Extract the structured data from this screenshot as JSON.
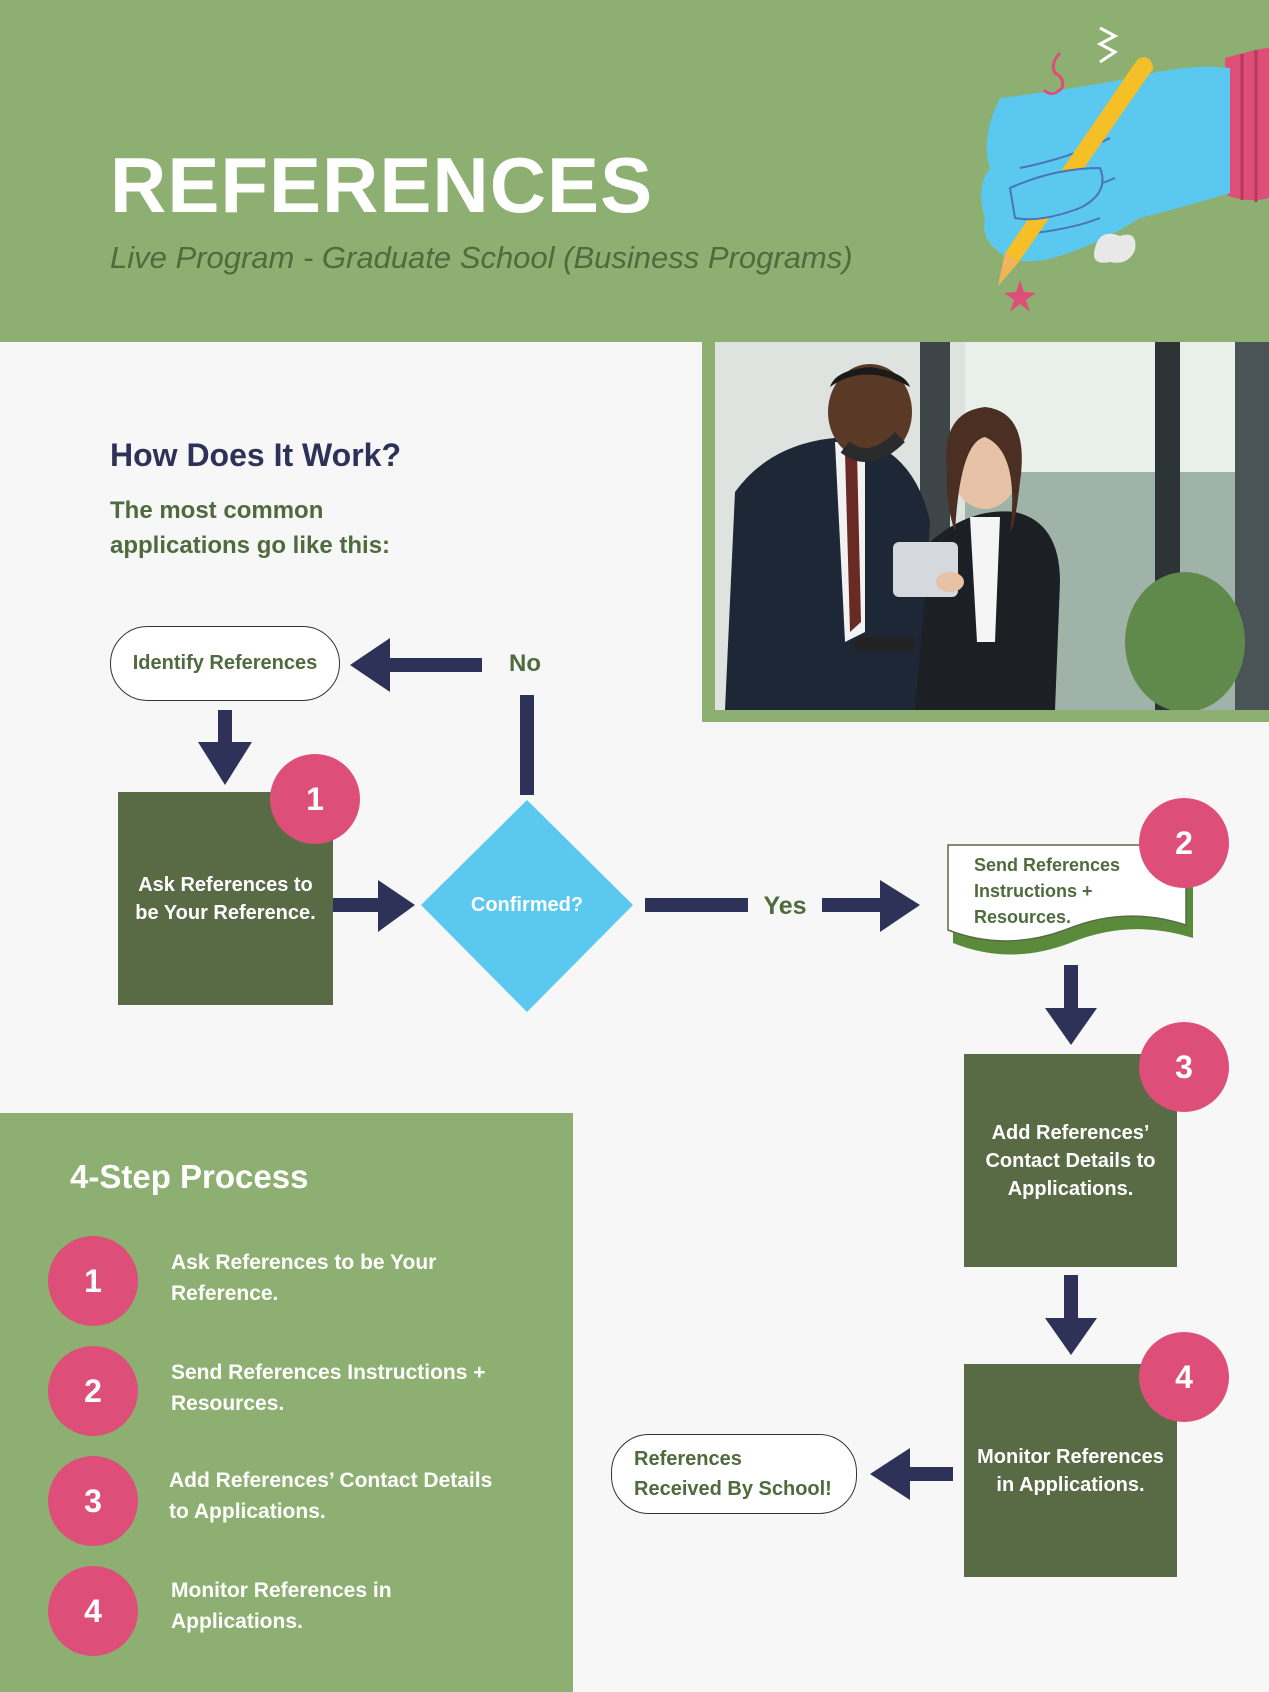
{
  "header": {
    "title": "REFERENCES",
    "subtitle": "Live Program - Graduate School (Business Programs)"
  },
  "intro": {
    "heading": "How Does It Work?",
    "subheading": "The most common applications go like this:"
  },
  "flowchart": {
    "identify": "Identify References",
    "no_label": "No",
    "yes_label": "Yes",
    "decision": "Confirmed?",
    "step1": {
      "number": "1",
      "text": "Ask References to be Your Reference."
    },
    "step2": {
      "number": "2",
      "line1": "Send References",
      "line2": "Instructions +",
      "line3": "Resources."
    },
    "step3": {
      "number": "3",
      "text": "Add References’ Contact Details to Applications."
    },
    "step4": {
      "number": "4",
      "text": "Monitor References in Applications."
    },
    "received_line1": "References",
    "received_line2": "Received By School!"
  },
  "steps_panel": {
    "title": "4-Step Process",
    "steps": [
      {
        "number": "1",
        "text": "Ask References to be Your Reference."
      },
      {
        "number": "2",
        "text": "Send References Instructions + Resources."
      },
      {
        "number": "3",
        "text": "Add References’ Contact Details to Applications."
      },
      {
        "number": "4",
        "text": "Monitor References in Applications."
      }
    ]
  },
  "colors": {
    "green_light": "#8db072",
    "green_dark": "#586b45",
    "navy": "#2e3258",
    "pink": "#dd4f78",
    "sky": "#5bc8ef",
    "background": "#f7f7f7"
  },
  "icons": [
    "hand-writing-illustration",
    "business-people-photo"
  ]
}
